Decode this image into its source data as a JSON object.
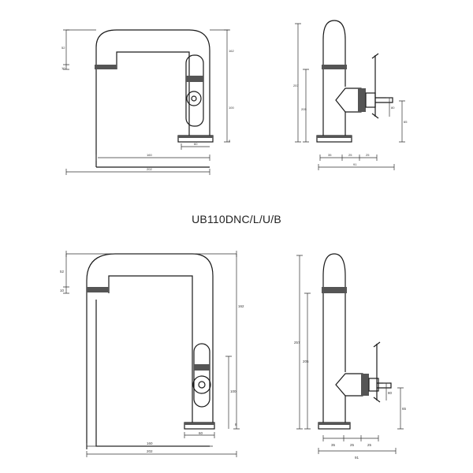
{
  "model": "UB110DNC/L/U/B",
  "views": {
    "front_small": {
      "dims": [
        "52",
        "10",
        "162",
        "100",
        "160",
        "202",
        "8",
        "60"
      ]
    },
    "side_small": {
      "dims": [
        "257",
        "205",
        "35",
        "25",
        "25",
        "80",
        "65",
        "91"
      ]
    },
    "front_large": {
      "dims": [
        "52",
        "10",
        "162",
        "100",
        "8",
        "60",
        "160",
        "202"
      ]
    },
    "side_large": {
      "dims": [
        "257",
        "205",
        "35",
        "25",
        "25",
        "80",
        "65",
        "91"
      ]
    }
  }
}
